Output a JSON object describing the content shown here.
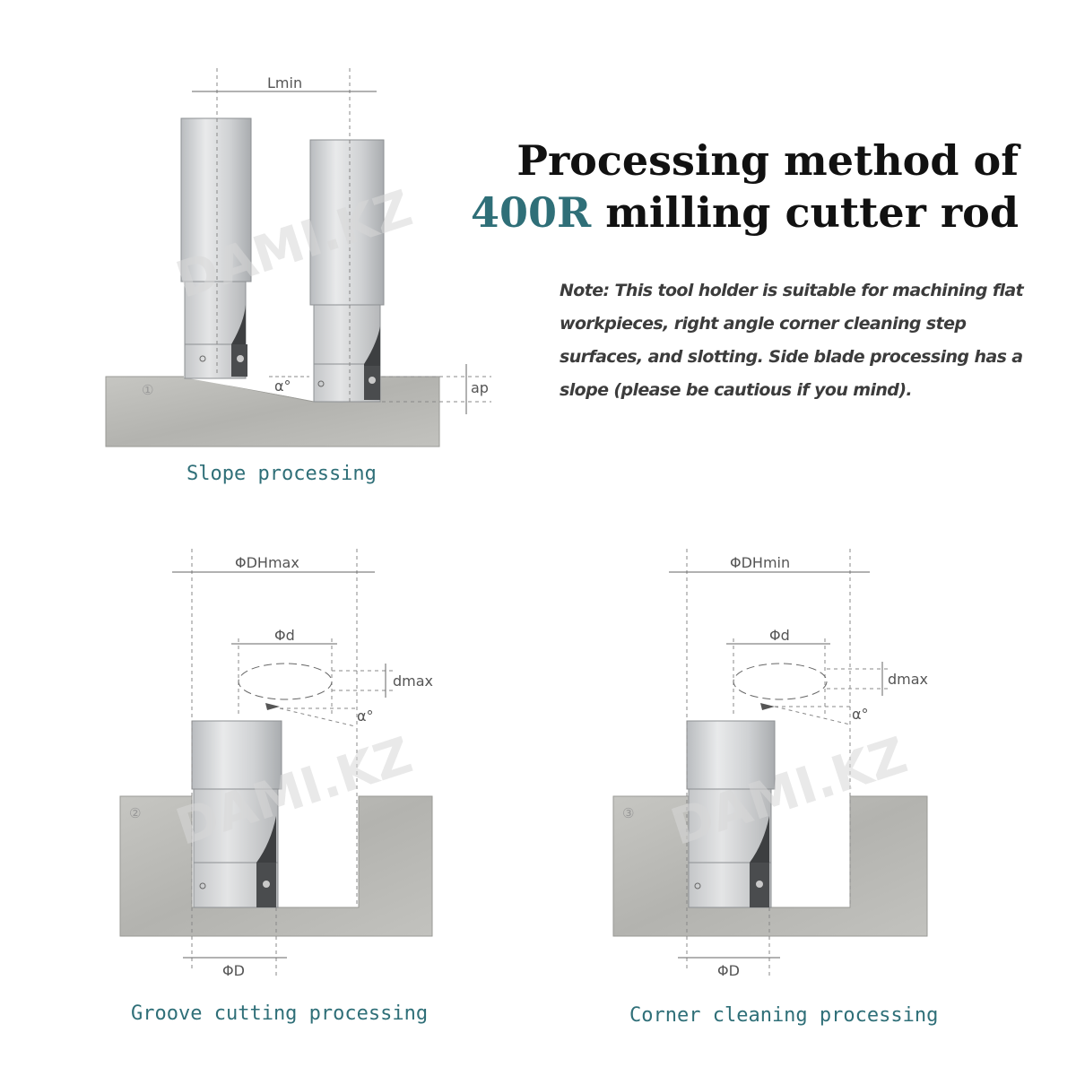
{
  "header": {
    "title_line1": "Processing method of",
    "title_accent": "400R",
    "title_rest": " milling cutter rod"
  },
  "note": "Note: This tool holder is suitable for machining flat workpieces, right angle corner cleaning step surfaces, and slotting. Side blade processing has a slope (please be cautious if you mind).",
  "watermark": "DAMI.KZ",
  "colors": {
    "accent": "#2f6f78",
    "workpiece": "#bcbcb8",
    "tool": "#d4d6d8"
  },
  "diagrams": {
    "slope": {
      "caption": "Slope processing",
      "number": "①",
      "lmin": "Lmin",
      "angle": "α°",
      "ap": "ap"
    },
    "groove": {
      "caption": "Groove cutting processing",
      "number": "②",
      "dh": "ΦDHmax",
      "d_small": "Φd",
      "dmax": "dmax",
      "angle": "α°",
      "d_big": "ΦD"
    },
    "corner": {
      "caption": "Corner cleaning processing",
      "number": "③",
      "dh": "ΦDHmin",
      "d_small": "Φd",
      "dmax": "dmax",
      "angle": "α°",
      "d_big": "ΦD"
    }
  }
}
